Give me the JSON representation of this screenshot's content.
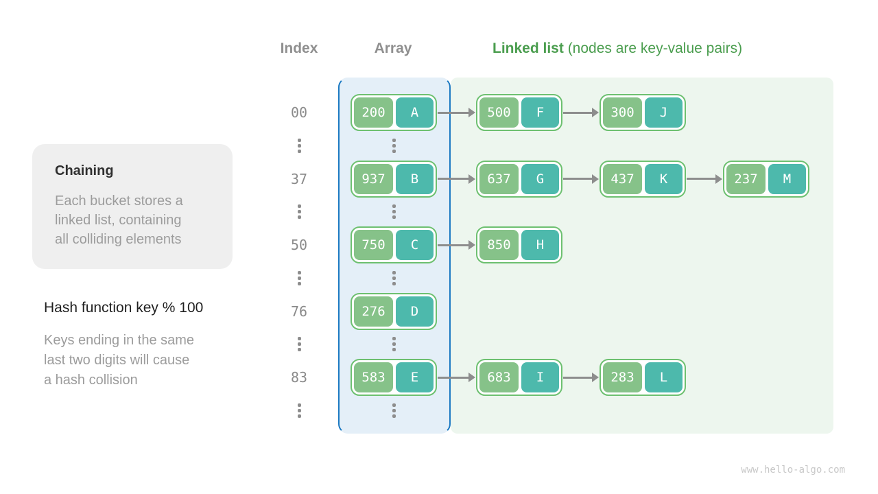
{
  "header": {
    "index_label": "Index",
    "array_label": "Array",
    "linked_list_label": "Linked list",
    "linked_list_note": " (nodes are key-value pairs)"
  },
  "sidebar": {
    "chaining_title": "Chaining",
    "chaining_body": "Each bucket stores a\nlinked list, containing\nall colliding elements",
    "hash_function_title": "Hash function key % 100",
    "hash_function_body": "Keys ending in the same\nlast two digits will cause\na hash collision"
  },
  "buckets": [
    {
      "index": "00",
      "array_node": {
        "key": "200",
        "value": "A"
      },
      "chain": [
        {
          "key": "500",
          "value": "F"
        },
        {
          "key": "300",
          "value": "J"
        }
      ]
    },
    {
      "index": "37",
      "array_node": {
        "key": "937",
        "value": "B"
      },
      "chain": [
        {
          "key": "637",
          "value": "G"
        },
        {
          "key": "437",
          "value": "K"
        },
        {
          "key": "237",
          "value": "M"
        }
      ]
    },
    {
      "index": "50",
      "array_node": {
        "key": "750",
        "value": "C"
      },
      "chain": [
        {
          "key": "850",
          "value": "H"
        }
      ]
    },
    {
      "index": "76",
      "array_node": {
        "key": "276",
        "value": "D"
      },
      "chain": []
    },
    {
      "index": "83",
      "array_node": {
        "key": "583",
        "value": "E"
      },
      "chain": [
        {
          "key": "683",
          "value": "I"
        },
        {
          "key": "283",
          "value": "L"
        }
      ]
    }
  ],
  "watermark": "www.hello-algo.com",
  "colors": {
    "key_fill": "#86c289",
    "value_fill": "#4db9ac",
    "node_border": "#6dc070",
    "array_panel_bg": "#e4eff8",
    "array_panel_border": "#1b79c2",
    "list_panel_bg": "#edf6ee",
    "header_green": "#4a9d4e",
    "header_gray": "#8f8f8f",
    "arrow": "#8d8d8d",
    "index_gray": "#8a8a8a",
    "callout_bg": "#efefef",
    "watermark_gray": "#c8c8c8"
  }
}
